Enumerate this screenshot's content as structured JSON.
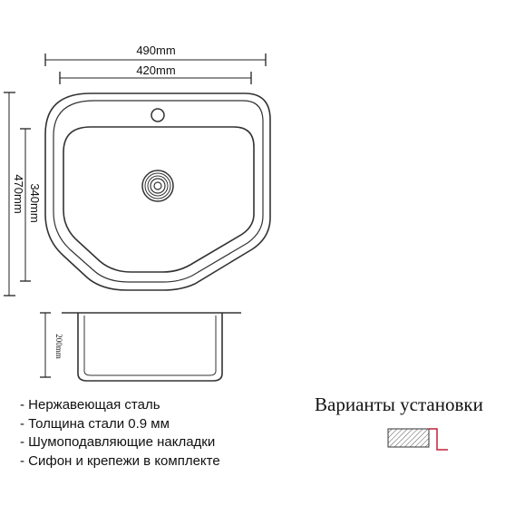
{
  "dimensions": {
    "outer_width": "490mm",
    "inner_width": "420mm",
    "outer_height": "470mm",
    "bowl_length": "340mm",
    "depth": "200mm"
  },
  "features": [
    "- Нержавеющая сталь",
    "- Толщина стали 0.9 мм",
    "- Шумоподавляющие накладки",
    "- Сифон и крепежи в комплекте"
  ],
  "installation": {
    "title": "Варианты установки",
    "accent_color": "#c0203a"
  }
}
